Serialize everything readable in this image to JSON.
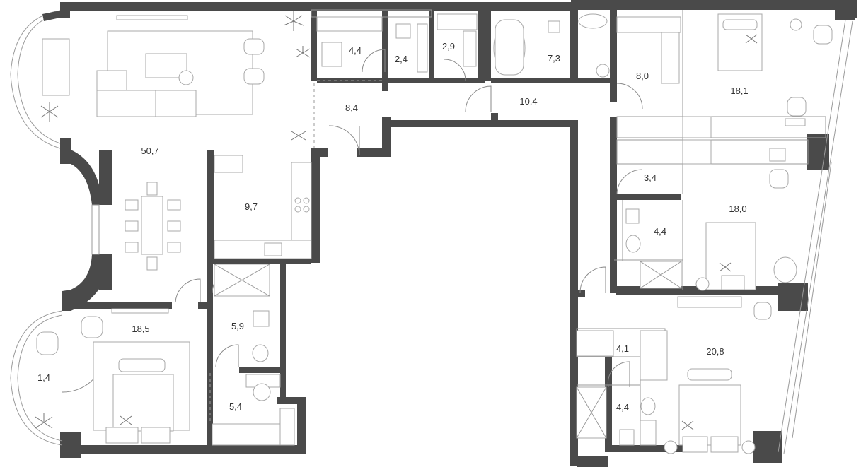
{
  "plan": {
    "rooms": [
      {
        "id": "living",
        "area": "50,7"
      },
      {
        "id": "bedroom-sw",
        "area": "18,5"
      },
      {
        "id": "balcony",
        "area": "1,4"
      },
      {
        "id": "kitchen",
        "area": "9,7"
      },
      {
        "id": "bath-a",
        "area": "5,9"
      },
      {
        "id": "closet-a",
        "area": "5,4"
      },
      {
        "id": "hall-a",
        "area": "8,4"
      },
      {
        "id": "laundry",
        "area": "4,4"
      },
      {
        "id": "wc-a",
        "area": "2,4"
      },
      {
        "id": "wc-b",
        "area": "2,9"
      },
      {
        "id": "bath-b",
        "area": "7,3"
      },
      {
        "id": "corridor",
        "area": "10,4"
      },
      {
        "id": "closet-b",
        "area": "8,0"
      },
      {
        "id": "bedroom-ne",
        "area": "18,1"
      },
      {
        "id": "closet-c",
        "area": "3,4"
      },
      {
        "id": "bath-c",
        "area": "4,4"
      },
      {
        "id": "bedroom-e",
        "area": "18,0"
      },
      {
        "id": "closet-d",
        "area": "4,1"
      },
      {
        "id": "bath-d",
        "area": "4,4"
      },
      {
        "id": "bedroom-se",
        "area": "20,8"
      }
    ]
  }
}
